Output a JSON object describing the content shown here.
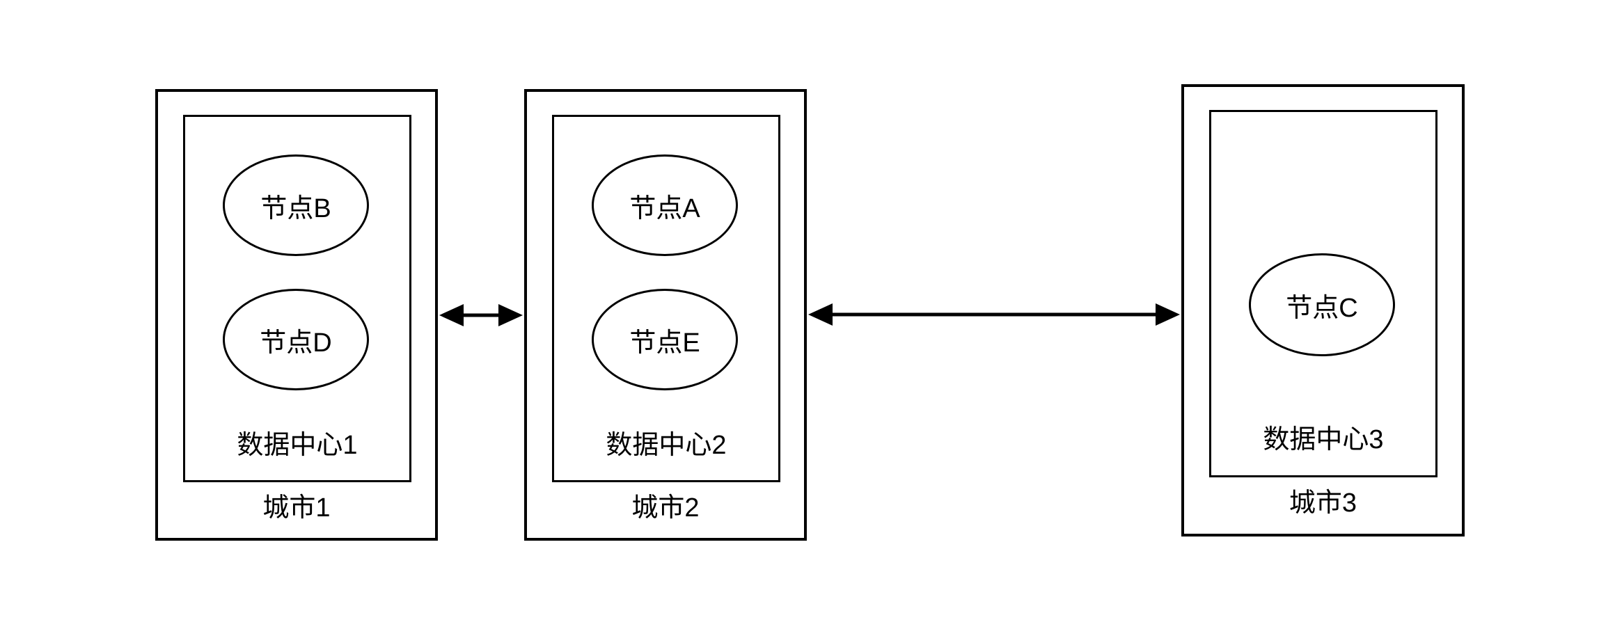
{
  "diagram": {
    "background_color": "#ffffff",
    "stroke_color": "#000000",
    "cities": [
      {
        "city_label": "城市1",
        "datacenter_label": "数据中心1",
        "nodes": [
          "节点B",
          "节点D"
        ]
      },
      {
        "city_label": "城市2",
        "datacenter_label": "数据中心2",
        "nodes": [
          "节点A",
          "节点E"
        ]
      },
      {
        "city_label": "城市3",
        "datacenter_label": "数据中心3",
        "nodes": [
          "节点C"
        ]
      }
    ],
    "connections": [
      {
        "from": "城市1",
        "to": "城市2",
        "style": "double-headed-arrow"
      },
      {
        "from": "城市2",
        "to": "城市3",
        "style": "double-headed-arrow"
      }
    ]
  }
}
